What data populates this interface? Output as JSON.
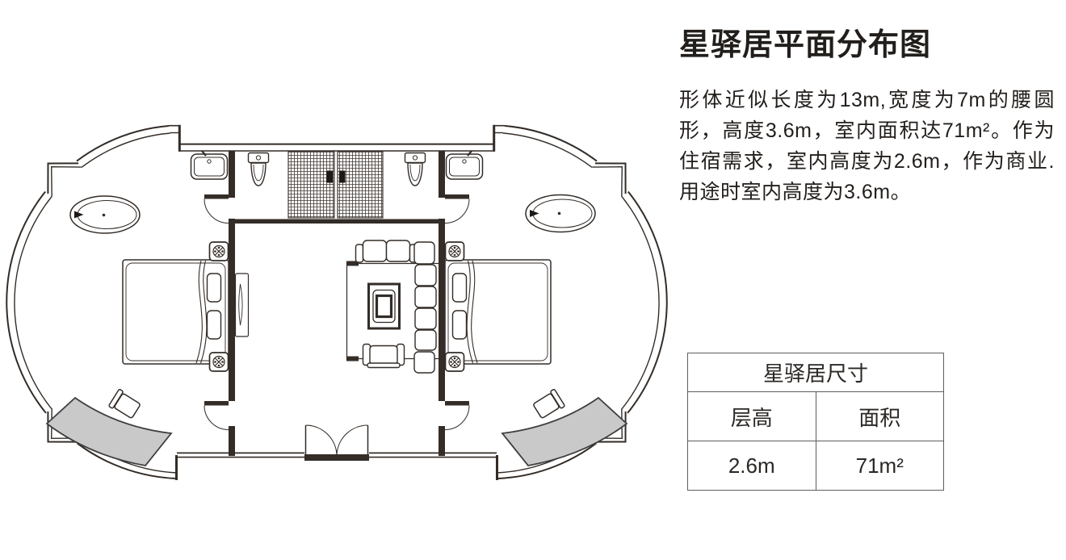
{
  "page": {
    "background": "#ffffff"
  },
  "info_panel": {
    "title": "星驿居平面分布图",
    "description": "形体近似长度为13m,宽度为7m的腰圆形，高度3.6m，室内面积达71m²。作为住宿需求，室内高度为2.6m，作为商业.用途时室内高度为3.6m。",
    "table": {
      "title": "星驿居尺寸",
      "columns": [
        "层高",
        "面积"
      ],
      "values": [
        "2.6m",
        "71m²"
      ]
    }
  },
  "floor_plan": {
    "shape": "stadium / pill shaped unit (腰圆形), bilaterally symmetric",
    "stated_length_m": 13,
    "stated_width_m": 7,
    "stated_area_m2": 71,
    "fixtures": [
      "double-entry-door",
      "bedroom-door-left",
      "bedroom-door-right",
      "bathroom-door-left",
      "bathroom-door-right",
      "double-bed-left",
      "double-bed-right",
      "pillows",
      "oval-bathtub-left",
      "oval-bathtub-right",
      "wash-basin-left",
      "wash-basin-right",
      "toilet-left",
      "toilet-right",
      "tiled-vestibule-with-sliding-doors",
      "sliding-door-handles",
      "living-room-sofa-set",
      "coffee-table",
      "tv-panel",
      "structural-column x4",
      "curved-bench-left",
      "curved-bench-right",
      "desk-chair-left",
      "desk-chair-right",
      "wall-break-marks x4"
    ]
  },
  "colors": {
    "line": "#332c27",
    "bench_fill": "#c9c9c9",
    "table_border": "#5e5e5e",
    "text": "#221e1b"
  }
}
